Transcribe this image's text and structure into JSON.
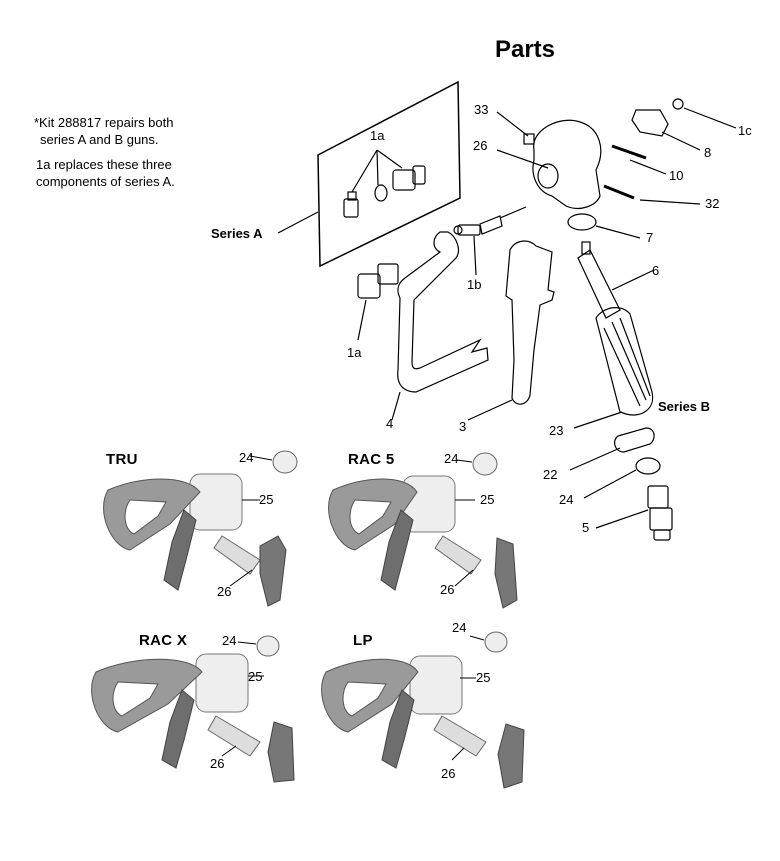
{
  "title": "Parts",
  "notes": {
    "line1": "*Kit 288817 repairs both",
    "line2": "series A and B guns.",
    "line3": "1a replaces these three",
    "line4": "components of series A."
  },
  "series_labels": {
    "a": "Series A",
    "b": "Series B"
  },
  "part_labels": {
    "p33": "33",
    "p26": "26",
    "p1c": "1c",
    "p8": "8",
    "p10": "10",
    "p32": "32",
    "p7": "7",
    "p6": "6",
    "p1a_box": "1a",
    "p1a": "1a",
    "p1b": "1b",
    "p4": "4",
    "p3": "3",
    "p23": "23",
    "p22": "22",
    "p24": "24",
    "p5": "5"
  },
  "tip_guards": [
    {
      "name": "TRU",
      "cap_label": "24",
      "housing_label": "25",
      "tip_label": "26"
    },
    {
      "name": "RAC 5",
      "cap_label": "24",
      "housing_label": "25",
      "tip_label": "26"
    },
    {
      "name": "RAC X",
      "cap_label": "24",
      "housing_label": "25",
      "tip_label": "26"
    },
    {
      "name": "LP",
      "cap_label": "24",
      "housing_label": "25",
      "tip_label": "26"
    }
  ],
  "colors": {
    "line": "#000000",
    "guard_dark": "#6e6e6e",
    "guard_light": "#bdbdbd",
    "part_fill": "#ffffff"
  }
}
